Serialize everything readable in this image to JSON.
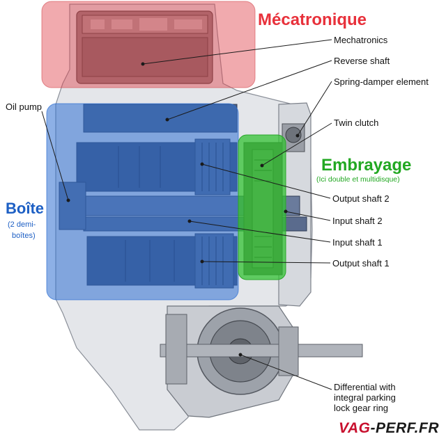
{
  "sections": {
    "mecatronique": {
      "title": "Mécatronique",
      "color": "#e8313b"
    },
    "embrayage": {
      "title": "Embrayage",
      "subtitle": "(Ici double et multidisque)",
      "color": "#22a822"
    },
    "boite": {
      "title": "Boîte",
      "subtitle_line1": "(2 demi-",
      "subtitle_line2": "boîtes)",
      "color": "#1d5fc4"
    }
  },
  "callouts": {
    "mechatronics": "Mechatronics",
    "reverse_shaft": "Reverse shaft",
    "spring_damper": "Spring-damper element",
    "oil_pump": "Oil pump",
    "twin_clutch": "Twin clutch",
    "output_shaft_2": "Output shaft 2",
    "input_shaft_2": "Input shaft 2",
    "input_shaft_1": "Input shaft 1",
    "output_shaft_1": "Output shaft 1",
    "differential_line1": "Differential with",
    "differential_line2": "integral parking",
    "differential_line3": "lock gear ring"
  },
  "logo": {
    "part1": "VAG",
    "part2": "-",
    "part3": "PERF.FR"
  }
}
